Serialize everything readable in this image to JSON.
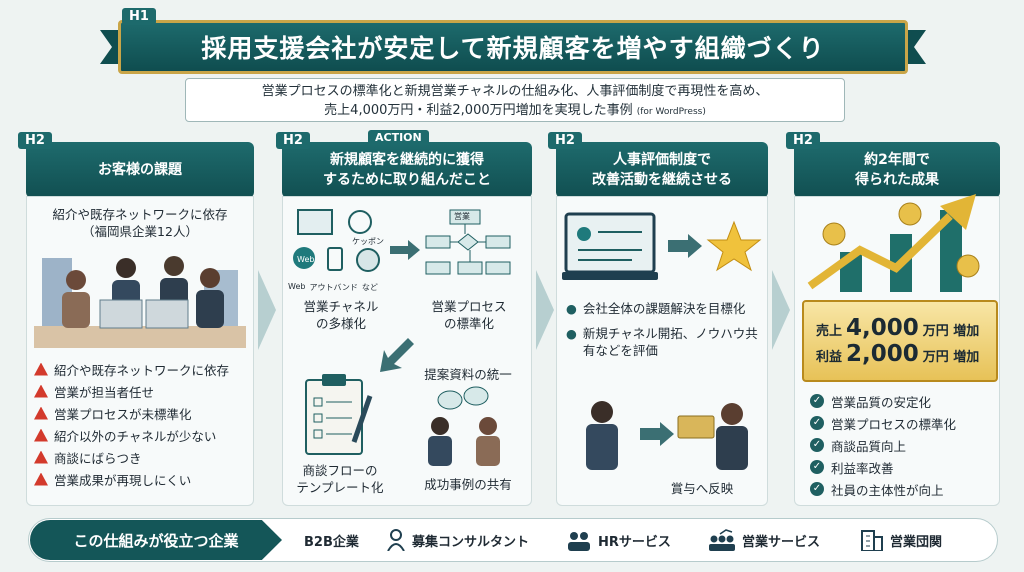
{
  "title": {
    "badge": "H1",
    "text": "採用支援会社が安定して新規顧客を増やす組織づくり"
  },
  "subtitle": {
    "line1": "営業プロセスの標準化と新規営業チャネルの仕組み化、人事評価制度で再現性を高め、",
    "line2": "売上4,000万円・利益2,000万円増加を実現した事例",
    "note": "(for WordPress)"
  },
  "columns": [
    {
      "badge": "H2",
      "heading": "お客様の課題",
      "intro_line1": "紹介や既存ネットワークに依存",
      "intro_line2": "（福岡県企業12人）",
      "issues": [
        "紹介や既存ネットワークに依存",
        "営業が担当者任せ",
        "営業プロセスが未標準化",
        "紹介以外のチャネルが少ない",
        "商談にばらつき",
        "営業成果が再現しにくい"
      ]
    },
    {
      "badge": "H2",
      "tag": "ACTION",
      "heading_line1": "新規顧客を継続的に獲得",
      "heading_line2": "するために取り組んだこと",
      "icon_labels": {
        "web": "Web",
        "web2": "Web",
        "outbound": "アウトバンド",
        "etc": "など",
        "keppon": "ケッポン"
      },
      "flow_label": "営業",
      "channel_line1": "営業チャネル",
      "channel_line2": "の多様化",
      "process_line1": "営業プロセス",
      "process_line2": "の標準化",
      "template_line1": "商談フローの",
      "template_line2": "テンプレート化",
      "materials": "提案資料の統一",
      "cases": "成功事例の共有"
    },
    {
      "badge": "H2",
      "heading_line1": "人事評価制度で",
      "heading_line2": "改善活動を継続させる",
      "points": [
        "会社全体の課題解決を目標化",
        "新規チャネル開拓、ノウハウ共有などを評価"
      ],
      "bonus": "賞与へ反映"
    },
    {
      "badge": "H2",
      "heading_line1": "約2年間で",
      "heading_line2": "得られた成果",
      "sales": {
        "prefix": "売上",
        "value": "4,000",
        "suffix": "万円 増加"
      },
      "profit": {
        "prefix": "利益",
        "value": "2,000",
        "suffix": "万円 増加"
      },
      "results": [
        "営業品質の安定化",
        "営業プロセスの標準化",
        "商談品質向上",
        "利益率改善",
        "社員の主体性が向上"
      ]
    }
  ],
  "bottom": {
    "title": "この仕組みが役立つ企業",
    "items": [
      "B2B企業",
      "募集コンサルタント",
      "HRサービス",
      "営業サービス",
      "営業団関"
    ]
  },
  "colors": {
    "teal": "#1d6a6c",
    "dark_teal": "#0f4d4f",
    "gold": "#c9a548",
    "warn_red": "#d33a2c"
  }
}
